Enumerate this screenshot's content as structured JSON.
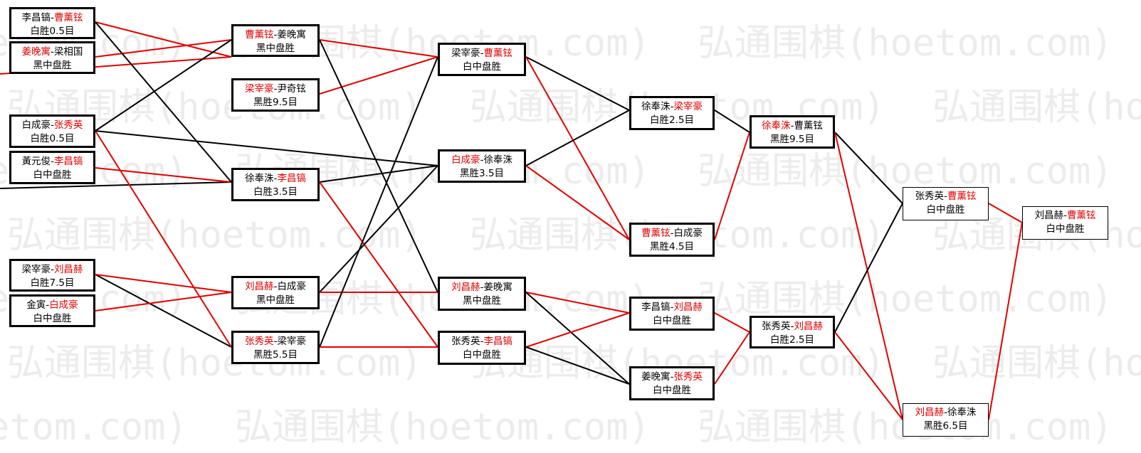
{
  "watermark": "弘通围棋(hoetom.com)",
  "colors": {
    "winner": "#e00000",
    "line_red": "#e00000",
    "line_black": "#000000"
  },
  "rounds": [
    {
      "name": "round1",
      "matches": [
        {
          "p1": "李昌镐",
          "p2": "曹薰铉",
          "winner": 2,
          "result": "白胜0.5目"
        },
        {
          "p1": "姜晚寓",
          "p2": "梁相国",
          "winner": 1,
          "result": "黑中盘胜"
        },
        {
          "p1": "白成豪",
          "p2": "张秀英",
          "winner": 2,
          "result": "白胜0.5目"
        },
        {
          "p1": "黃元俊",
          "p2": "李昌镐",
          "winner": 2,
          "result": "白中盘胜"
        },
        {
          "p1": "梁宰豪",
          "p2": "刘昌赫",
          "winner": 2,
          "result": "白胜7.5目"
        },
        {
          "p1": "金寅",
          "p2": "白成豪",
          "winner": 2,
          "result": "白中盘胜"
        }
      ]
    },
    {
      "name": "round2",
      "matches": [
        {
          "p1": "曹薰铉",
          "p2": "姜晚寓",
          "winner": 1,
          "result": "黑中盘胜"
        },
        {
          "p1": "梁宰豪",
          "p2": "尹奇铉",
          "winner": 1,
          "result": "黑胜9.5目"
        },
        {
          "p1": "徐奉洙",
          "p2": "李昌镐",
          "winner": 2,
          "result": "白胜3.5目"
        },
        {
          "p1": "刘昌赫",
          "p2": "白成豪",
          "winner": 1,
          "result": "黑中盘胜"
        },
        {
          "p1": "张秀英",
          "p2": "梁宰豪",
          "winner": 1,
          "result": "黑胜5.5目"
        }
      ]
    },
    {
      "name": "round3",
      "matches": [
        {
          "p1": "梁宰豪",
          "p2": "曹薰铉",
          "winner": 2,
          "result": "白中盘胜"
        },
        {
          "p1": "白成豪",
          "p2": "徐奉洙",
          "winner": 1,
          "result": "黑胜3.5目"
        },
        {
          "p1": "刘昌赫",
          "p2": "姜晚寓",
          "winner": 1,
          "result": "黑中盘胜"
        },
        {
          "p1": "张秀英",
          "p2": "李昌镐",
          "winner": 2,
          "result": "白中盘胜"
        }
      ]
    },
    {
      "name": "round4",
      "matches": [
        {
          "p1": "徐奉洙",
          "p2": "梁宰豪",
          "winner": 2,
          "result": "白胜2.5目"
        },
        {
          "p1": "曹薰铉",
          "p2": "白成豪",
          "winner": 1,
          "result": "黑胜4.5目"
        },
        {
          "p1": "李昌镐",
          "p2": "刘昌赫",
          "winner": 2,
          "result": "白中盘胜"
        },
        {
          "p1": "姜晚寓",
          "p2": "张秀英",
          "winner": 2,
          "result": "白中盘胜"
        }
      ]
    },
    {
      "name": "round5",
      "matches": [
        {
          "p1": "徐奉洙",
          "p2": "曹薰铉",
          "winner": 1,
          "result": "黑胜9.5目"
        },
        {
          "p1": "张秀英",
          "p2": "刘昌赫",
          "winner": 2,
          "result": "白胜2.5目"
        }
      ]
    },
    {
      "name": "round6",
      "matches": [
        {
          "p1": "张秀英",
          "p2": "曹薰铉",
          "winner": 2,
          "result": "白中盘胜"
        },
        {
          "p1": "刘昌赫",
          "p2": "徐奉洙",
          "winner": 1,
          "result": "黑胜6.5目"
        }
      ]
    },
    {
      "name": "final",
      "matches": [
        {
          "p1": "刘昌赫",
          "p2": "曹薰铉",
          "winner": 2,
          "result": "白中盘胜"
        }
      ]
    }
  ]
}
